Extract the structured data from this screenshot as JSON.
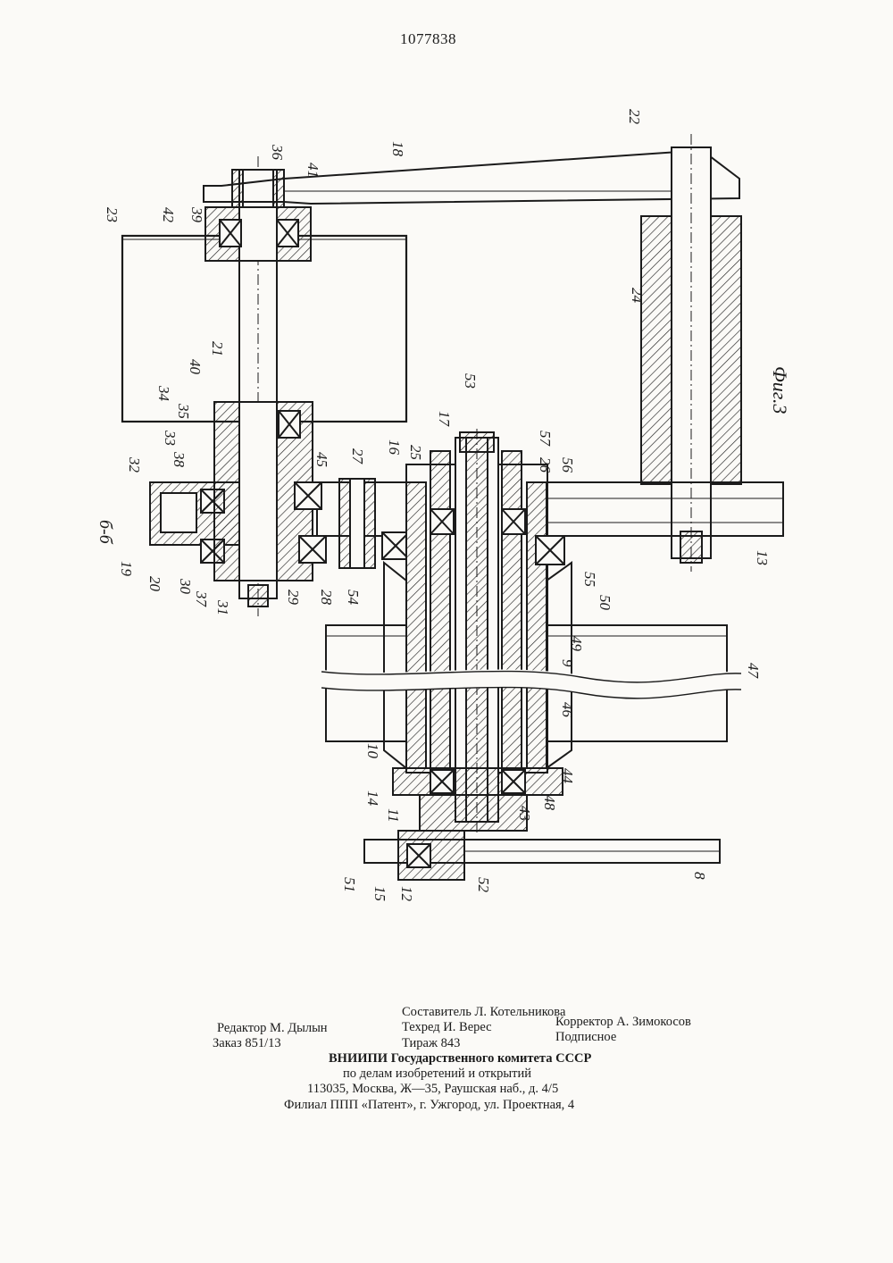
{
  "patent_number": "1077838",
  "figure": {
    "caption": "Фиг.3",
    "section": "б-б",
    "labels": [
      "36",
      "41",
      "18",
      "22",
      "23",
      "42",
      "39",
      "21",
      "24",
      "40",
      "34",
      "35",
      "33",
      "32",
      "38",
      "45",
      "27",
      "16",
      "25",
      "17",
      "53",
      "57",
      "26",
      "56",
      "19",
      "20",
      "30",
      "37",
      "31",
      "29",
      "28",
      "54",
      "55",
      "13",
      "50",
      "49",
      "47",
      "9",
      "46",
      "10",
      "14",
      "11",
      "43",
      "44",
      "48",
      "51",
      "15",
      "12",
      "52",
      "8"
    ]
  },
  "imprint": {
    "compiler": "Составитель Л. Котельникова",
    "editor": "Редактор М. Дылын",
    "techred": "Техред И. Верес",
    "corrector": "Корректор А. Зимокосов",
    "order": "Заказ 851/13",
    "circulation": "Тираж 843",
    "subscription": "Подписное",
    "org_line1": "ВНИИПИ Государственного комитета СССР",
    "org_line2": "по делам изобретений и открытий",
    "address": "113035, Москва, Ж—35, Раушская наб., д. 4/5",
    "branch": "Филиал ППП «Патент», г. Ужгород, ул. Проектная, 4"
  }
}
